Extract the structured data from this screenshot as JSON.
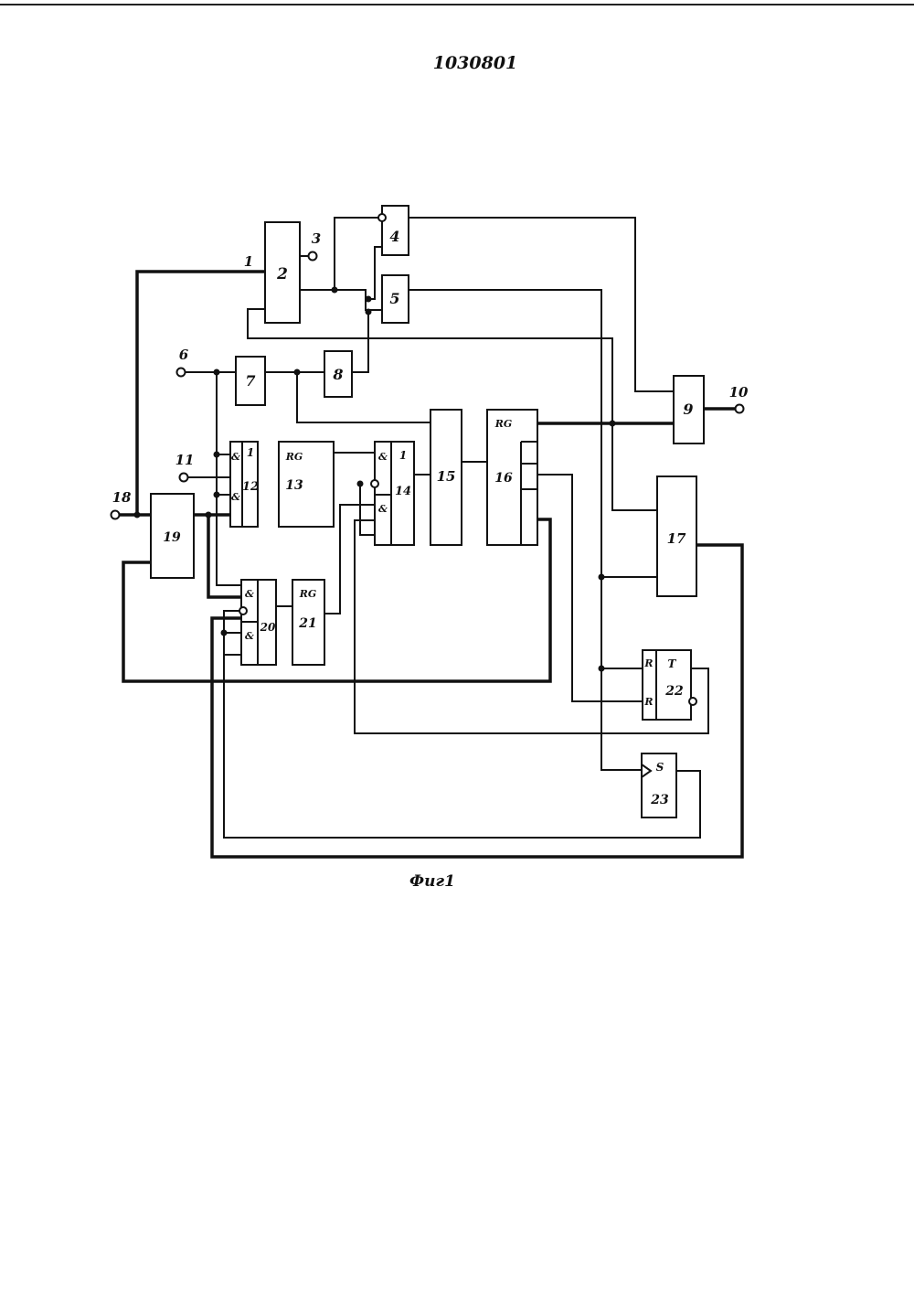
{
  "document": {
    "patent_number": "1030801",
    "figure_caption": "Фиг1"
  },
  "blocks": {
    "b2": "2",
    "b4": "4",
    "b5": "5",
    "b7": "7",
    "b8": "8",
    "b9": "9",
    "b12_label": "12",
    "b12_top": "1",
    "b13_label": "13",
    "b13_rg": "RG",
    "b14_label": "14",
    "b14_top": "1",
    "b15": "15",
    "b16_label": "16",
    "b16_rg": "RG",
    "b17": "17",
    "b19": "19",
    "b20_label": "20",
    "b21_label": "21",
    "b21_rg": "RG",
    "b22_label": "22",
    "b22_t": "T",
    "b22_s": "R",
    "b22_r": "R",
    "b23_label": "23",
    "b23_s": "S"
  },
  "pins": {
    "p12_a": "&",
    "p12_b": "&",
    "p14_a": "&",
    "p14_b": "&",
    "p20_a": "&",
    "p20_b": "&"
  },
  "terminals": {
    "t1": "1",
    "t3": "3",
    "t6": "6",
    "t10": "10",
    "t11": "11",
    "t18": "18"
  }
}
